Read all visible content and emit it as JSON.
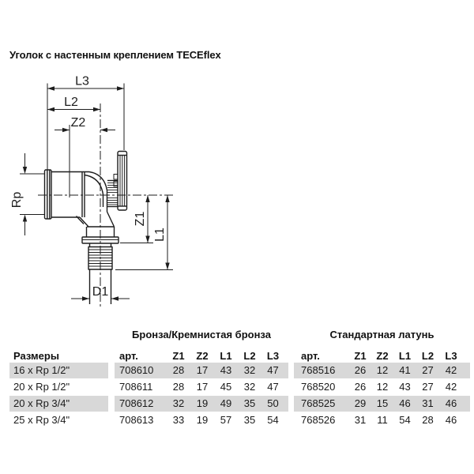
{
  "title": "Уголок с настенным креплением TECEflex",
  "colors": {
    "row_shade": "#d8d8d8",
    "line": "#1d1d1d"
  },
  "drawing": {
    "labels": {
      "l3": "L3",
      "l2": "L2",
      "z2": "Z2",
      "rp": "Rp",
      "z1": "Z1",
      "l1": "L1",
      "d1": "D1"
    }
  },
  "table": {
    "size_header": "Размеры",
    "art_header": "арт.",
    "groups": [
      {
        "label": "Бронза/Кремнистая бронза"
      },
      {
        "label": "Стандартная латунь"
      }
    ],
    "dim_headers": [
      "Z1",
      "Z2",
      "L1",
      "L2",
      "L3"
    ],
    "rows": [
      {
        "size": "16 x Rp 1/2\"",
        "bronze_art": "708610",
        "bronze_dims": [
          28,
          17,
          43,
          32,
          47
        ],
        "brass_art": "768516",
        "brass_dims": [
          26,
          12,
          41,
          27,
          42
        ]
      },
      {
        "size": "20 x Rp 1/2\"",
        "bronze_art": "708611",
        "bronze_dims": [
          28,
          17,
          45,
          32,
          47
        ],
        "brass_art": "768520",
        "brass_dims": [
          26,
          12,
          43,
          27,
          42
        ]
      },
      {
        "size": "20 x Rp 3/4\"",
        "bronze_art": "708612",
        "bronze_dims": [
          32,
          19,
          49,
          35,
          50
        ],
        "brass_art": "768525",
        "brass_dims": [
          29,
          15,
          46,
          31,
          46
        ]
      },
      {
        "size": "25 x Rp 3/4\"",
        "bronze_art": "708613",
        "bronze_dims": [
          33,
          19,
          57,
          35,
          54
        ],
        "brass_art": "768526",
        "brass_dims": [
          31,
          11,
          54,
          28,
          46
        ]
      }
    ]
  }
}
